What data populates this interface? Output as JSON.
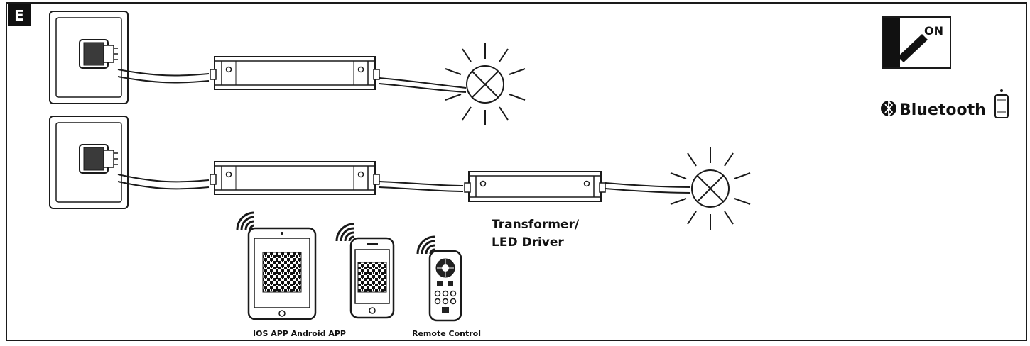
{
  "figure": {
    "panel_letter": "E",
    "driver_label_line1": "Transformer/",
    "driver_label_line2": "LED Driver",
    "apps_label": "IOS APP Android APP",
    "remote_label": "Remote Control",
    "switch_label": "ON",
    "bluetooth_label": "Bluetooth"
  },
  "icons": [
    "wall-socket-icon",
    "plug-icon",
    "led-driver-icon",
    "lamp-icon",
    "tablet-icon",
    "smartphone-icon",
    "remote-control-icon",
    "wireless-signal-icon",
    "power-switch-icon",
    "bluetooth-icon",
    "qr-code-icon"
  ],
  "colors": {
    "stroke": "#1a1a1a",
    "fill_dark": "#111111",
    "background": "#ffffff"
  }
}
